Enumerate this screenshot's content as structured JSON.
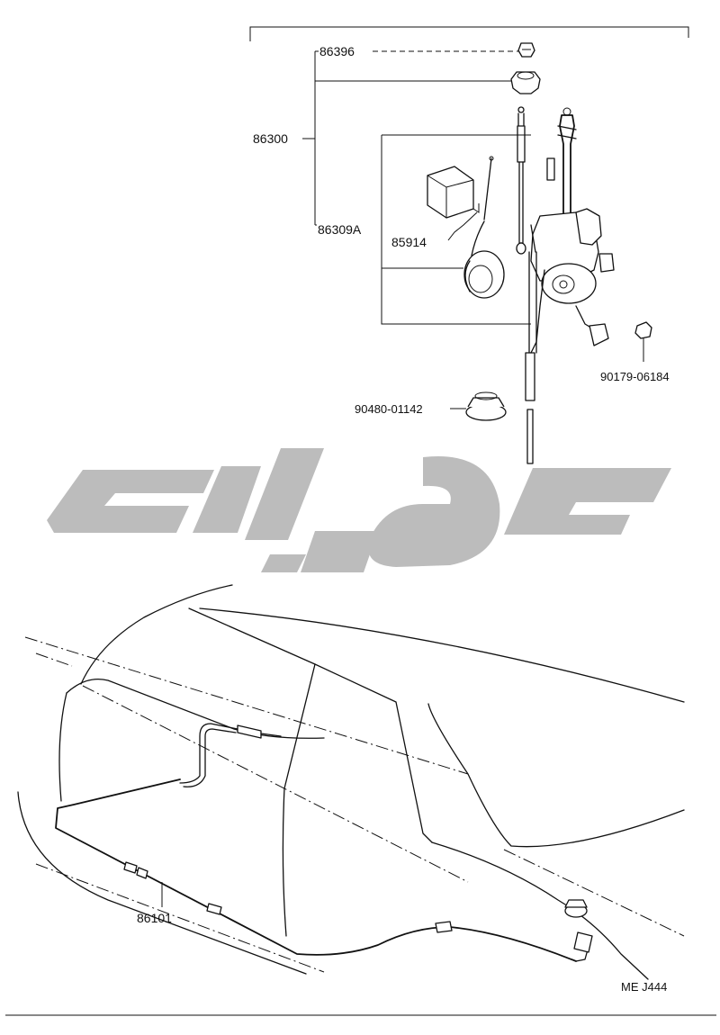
{
  "part_numbers": {
    "p86396": "86396",
    "p86300": "86300",
    "p86309A": "86309A",
    "p85914": "85914",
    "p90179": "90179-06184",
    "p90480": "90480-01142",
    "p86101": "86101"
  },
  "diagram_code": "ME J444",
  "watermark": {
    "description": "Persian watermark lettering (logo)",
    "text": "تاوپارت"
  }
}
